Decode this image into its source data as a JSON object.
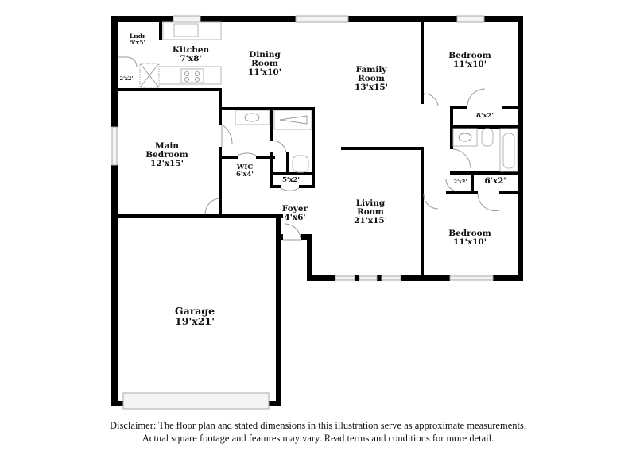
{
  "rooms": {
    "laundry": {
      "name": "Lndr",
      "size": "5'x5'"
    },
    "kitchen": {
      "name": "Kitchen",
      "size": "7'x8'"
    },
    "dining": {
      "name_line1": "Dining",
      "name_line2": "Room",
      "size": "11'x10'"
    },
    "family": {
      "name_line1": "Family",
      "name_line2": "Room",
      "size": "13'x15'"
    },
    "bedroom_ne": {
      "name": "Bedroom",
      "size": "11'x10'"
    },
    "closet_ne": {
      "size": "8'x2'"
    },
    "main_bedroom": {
      "name_line1": "Main",
      "name_line2": "Bedroom",
      "size": "12'x15'"
    },
    "wic": {
      "name": "WIC",
      "size": "6'x4'"
    },
    "closet_hall": {
      "size": "5'x2'"
    },
    "foyer": {
      "name": "Foyer",
      "size": "4'x6'"
    },
    "living": {
      "name_line1": "Living",
      "name_line2": "Room",
      "size": "21'x15'"
    },
    "closet_small_left": {
      "size": "2'x2'"
    },
    "closet_small_right": {
      "size": "2'x2'"
    },
    "closet_se": {
      "size": "6'x2'"
    },
    "bedroom_se": {
      "name": "Bedroom",
      "size": "11'x10'"
    },
    "garage": {
      "name": "Garage",
      "size": "19'x21'"
    }
  },
  "colors": {
    "wall": "#000000",
    "fixture": "#b5b5b5",
    "background": "#ffffff"
  },
  "disclaimer": {
    "line1": "Disclaimer: The floor plan and stated dimensions in this illustration serve as approximate measurements.",
    "line2": "Actual square footage and features may vary. Read terms and conditions for more detail."
  }
}
